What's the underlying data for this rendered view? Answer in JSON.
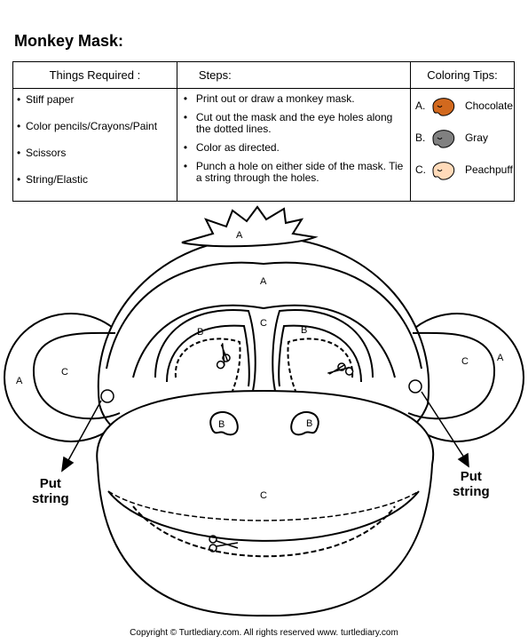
{
  "title": "Monkey Mask:",
  "table": {
    "things_header": "Things Required :",
    "steps_header": "Steps:",
    "tips_header": "Coloring Tips:",
    "things": [
      "Stiff paper",
      "Color pencils/Crayons/Paint",
      "Scissors",
      "String/Elastic"
    ],
    "steps": [
      "Print out or draw a monkey mask.",
      "Cut out the mask and the eye holes along the dotted lines.",
      "Color as directed.",
      "Punch a hole on either side of the mask. Tie a string through the holes."
    ],
    "tips": [
      {
        "letter": "A.",
        "name": "Chocolate",
        "color": "#d2691e"
      },
      {
        "letter": "B.",
        "name": "Gray",
        "color": "#808080"
      },
      {
        "letter": "C.",
        "name": "Peachpuff",
        "color": "#ffdab9"
      }
    ]
  },
  "mask_labels": {
    "a": "A",
    "b": "B",
    "c": "C"
  },
  "put_string": {
    "line1": "Put",
    "line2": "string"
  },
  "footer": "Copyright © Turtlediary.com. All rights reserved   www. turtlediary.com"
}
